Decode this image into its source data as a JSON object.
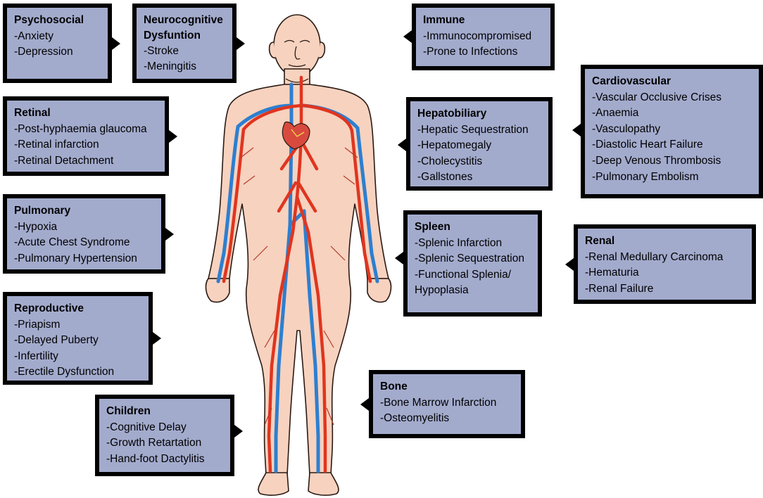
{
  "figure": "Human circulatory system body illustration",
  "callouts": {
    "psychosocial": {
      "title": "Psychosocial",
      "items": [
        "-Anxiety",
        "-Depression"
      ]
    },
    "neurocognitive": {
      "title_line1": "Neurocognitive",
      "title_line2": "Dysfuntion",
      "items": [
        "-Stroke",
        "-Meningitis"
      ]
    },
    "immune": {
      "title": "Immune",
      "items": [
        "-Immunocompromised",
        "-Prone to Infections"
      ]
    },
    "retinal": {
      "title": "Retinal",
      "items": [
        "-Post-hyphaemia glaucoma",
        "-Retinal infarction",
        "-Retinal Detachment"
      ]
    },
    "hepatobiliary": {
      "title": "Hepatobiliary",
      "items": [
        "-Hepatic Sequestration",
        "-Hepatomegaly",
        "-Cholecystitis",
        "-Gallstones"
      ]
    },
    "cardiovascular": {
      "title": "Cardiovascular",
      "items": [
        "-Vascular Occlusive Crises",
        "-Anaemia",
        "-Vasculopathy",
        "-Diastolic Heart Failure",
        "-Deep Venous Thrombosis",
        "-Pulmonary Embolism"
      ]
    },
    "pulmonary": {
      "title": "Pulmonary",
      "items": [
        "-Hypoxia",
        "-Acute Chest Syndrome",
        "-Pulmonary Hypertension"
      ]
    },
    "spleen": {
      "title": "Spleen",
      "items": [
        "-Splenic Infarction",
        "-Splenic Sequestration",
        "-Functional Splenia/",
        "Hypoplasia"
      ]
    },
    "renal": {
      "title": "Renal",
      "items": [
        "-Renal Medullary Carcinoma",
        "-Hematuria",
        "-Renal Failure"
      ]
    },
    "reproductive": {
      "title": "Reproductive",
      "items": [
        "-Priapism",
        "-Delayed Puberty",
        "-Infertility",
        "-Erectile Dysfunction"
      ]
    },
    "bone": {
      "title": "Bone",
      "items": [
        "-Bone Marrow Infarction",
        "-Osteomyelitis"
      ]
    },
    "children": {
      "title": "Children",
      "items": [
        "-Cognitive Delay",
        "-Growth Retartation",
        "-Hand-foot Dactylitis"
      ]
    }
  },
  "colors": {
    "box_fill": "#a3abcd",
    "box_border": "#000000",
    "skin": "#f7d2bf",
    "artery": "#e0351f",
    "vein": "#2d7fd0"
  }
}
